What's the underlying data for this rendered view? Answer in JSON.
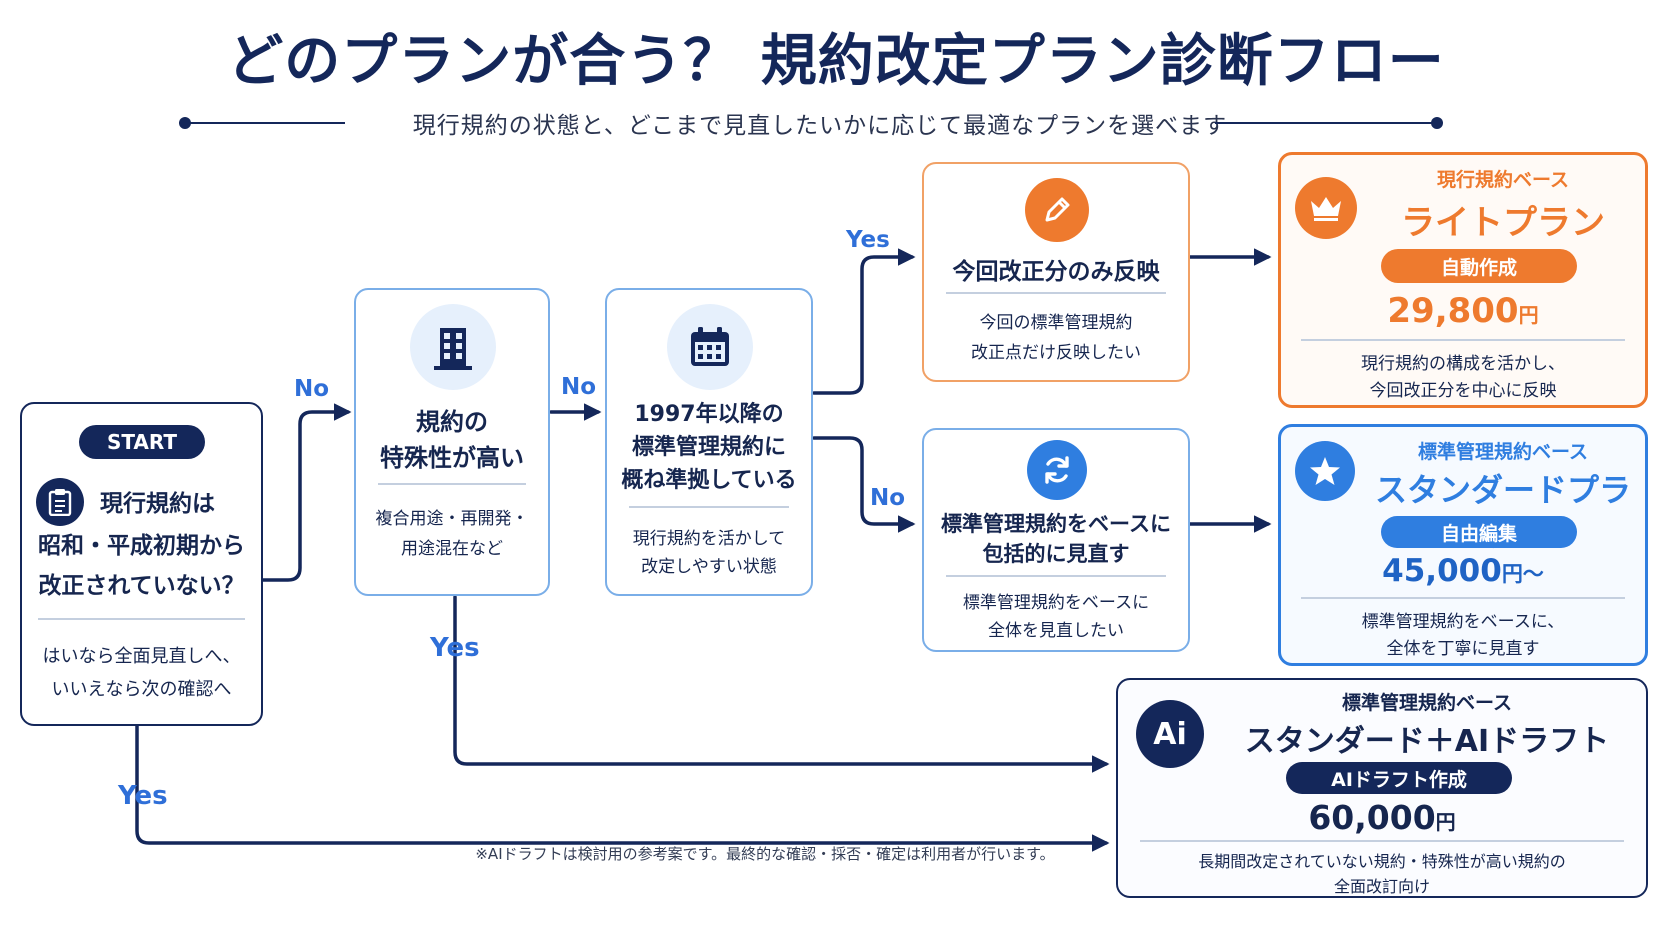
{
  "title": "どのプランが合う？ 規約改定プラン診断フロー",
  "subtitle": "現行規約の状態と、どこまで見直したいかに応じて最適なプランを選べます",
  "colors": {
    "navy": "#14275a",
    "blue": "#2f7ee0",
    "orange": "#ee7a2e",
    "branch_label": "#2f6fd8"
  },
  "start": {
    "badge": "START",
    "icon": "clipboard-icon",
    "question_lines": [
      "現行規約は",
      "昭和・平成初期から",
      "改正されていない？"
    ],
    "note_lines": [
      "はいなら全面見直しへ、",
      "いいえなら次の確認へ"
    ]
  },
  "q2": {
    "icon": "building-icon",
    "question_lines": [
      "規約の",
      "特殊性が高い"
    ],
    "note_lines": [
      "複合用途・再開発・",
      "用途混在など"
    ]
  },
  "q3": {
    "icon": "calendar-icon",
    "question_lines": [
      "1997年以降の",
      "標準管理規約に",
      "概ね準拠している"
    ],
    "note_lines": [
      "現行規約を活かして",
      "改定しやすい状態"
    ]
  },
  "choice_yes": {
    "icon": "pencil-icon",
    "title": "今回改正分のみ反映",
    "note_lines": [
      "今回の標準管理規約",
      "改正点だけ反映したい"
    ]
  },
  "choice_no": {
    "icon": "refresh-icon",
    "title_lines": [
      "標準管理規約をベースに",
      "包括的に見直す"
    ],
    "note_lines": [
      "標準管理規約をベースに",
      "全体を見直したい"
    ]
  },
  "branch_labels": {
    "start_no": "No",
    "q2_no": "No",
    "q3_yes": "Yes",
    "q3_no": "No",
    "q2_yes": "Yes",
    "start_yes": "Yes"
  },
  "plans": [
    {
      "icon": "crown-icon",
      "category": "現行規約ベース",
      "name": "ライトプラン",
      "badge": "自動作成",
      "price": "29,800",
      "price_unit": "円",
      "desc_lines": [
        "現行規約の構成を活かし、",
        "今回改正分を中心に反映"
      ]
    },
    {
      "icon": "star-icon",
      "category": "標準管理規約ベース",
      "name": "スタンダードプラン",
      "badge": "自由編集",
      "price": "45,000",
      "price_unit": "円〜",
      "desc_lines": [
        "標準管理規約をベースに、",
        "全体を丁寧に見直す"
      ]
    },
    {
      "icon": "ai-icon",
      "icon_text": "Ai",
      "category": "標準管理規約ベース",
      "name": "スタンダード＋AIドラフト",
      "badge": "AIドラフト作成",
      "price": "60,000",
      "price_unit": "円",
      "desc_lines": [
        "長期間改定されていない規約・特殊性が高い規約の",
        "全面改訂向け"
      ]
    }
  ],
  "footnote": "※AIドラフトは検討用の参考案です。最終的な確認・採否・確定は利用者が行います。"
}
